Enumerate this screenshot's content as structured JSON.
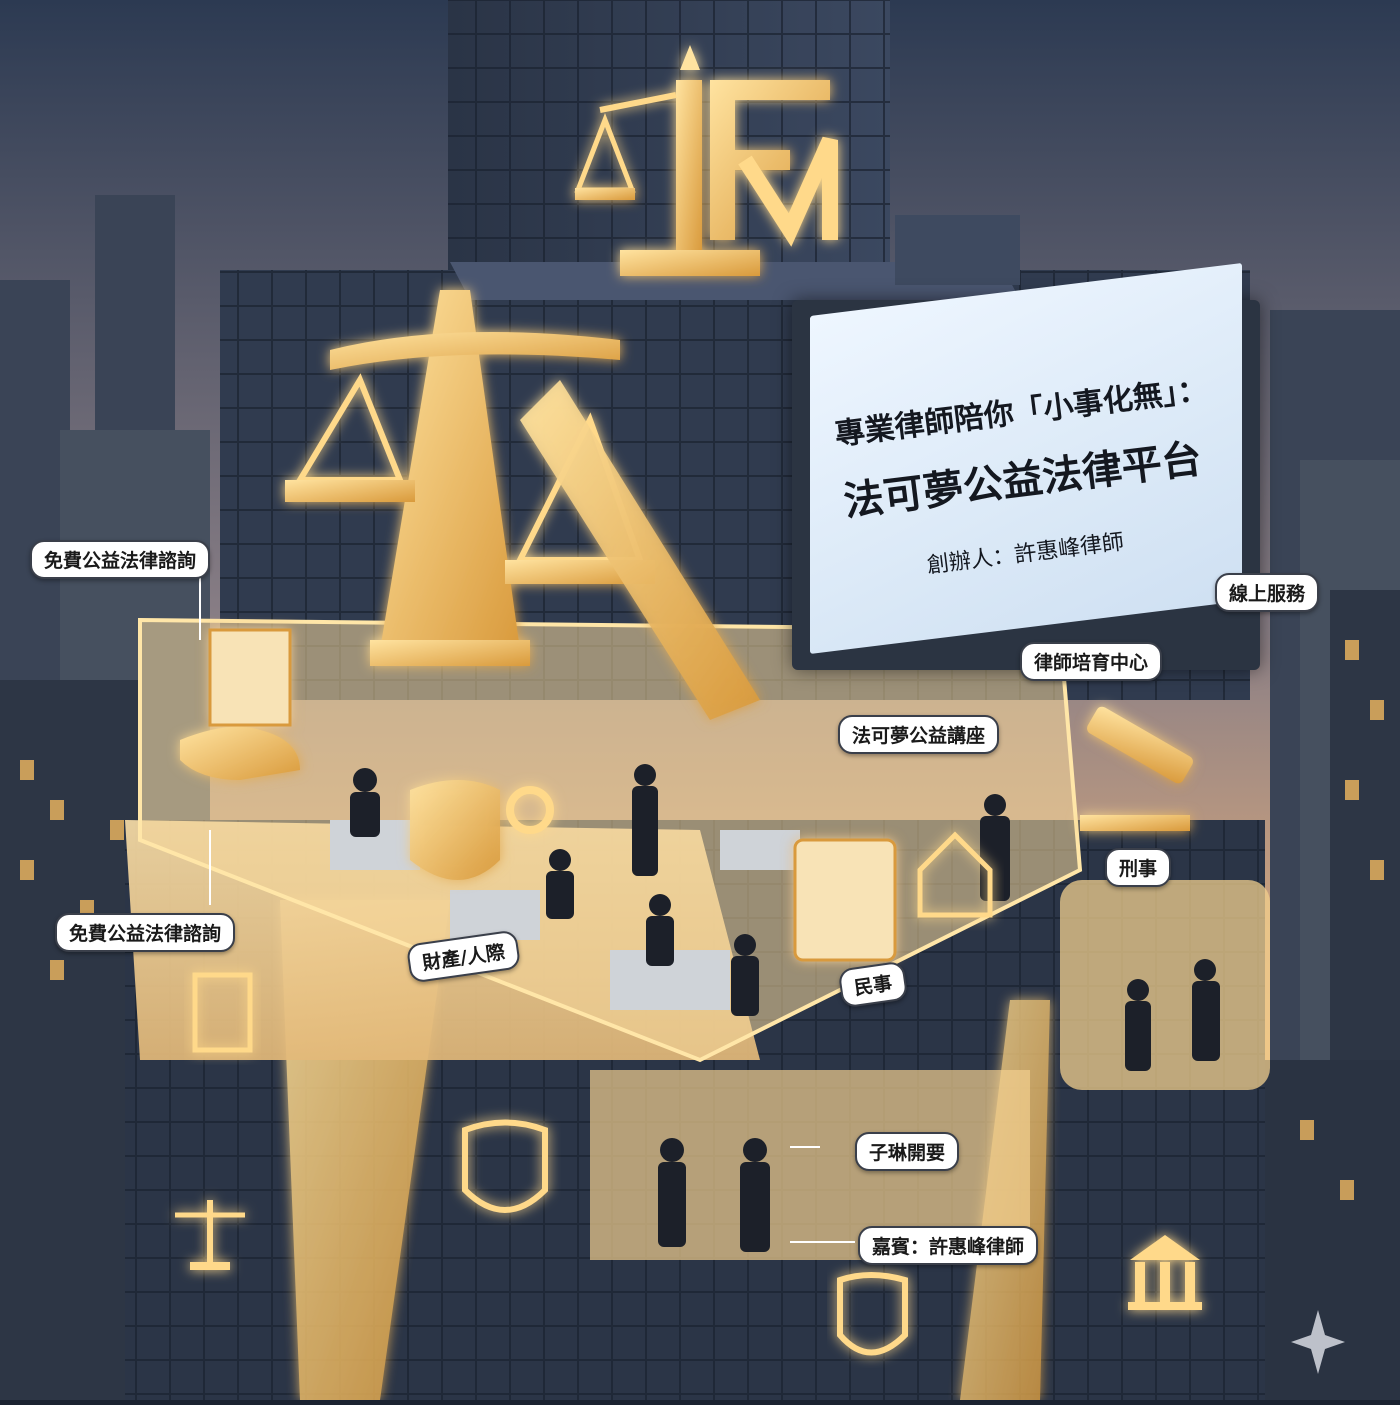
{
  "logo": {
    "text": "IFM",
    "icon": "scales-logo-icon"
  },
  "billboard": {
    "line1": "專業律師陪你「小事化無」：",
    "line2": "法可夢公益法律平台",
    "line3": "創辦人：許惠峰律師"
  },
  "labels": {
    "free_consult_top": "免費公益法律諮詢",
    "online_service": "線上服務",
    "lawyer_training": "律師培育中心",
    "lecture": "法可夢公益講座",
    "criminal": "刑事",
    "free_consult_bottom": "免費公益法律諮詢",
    "property": "財產/人際",
    "civil": "民事",
    "ziyu": "子琳開要",
    "guest": "嘉賓：許惠峰律師"
  },
  "colors": {
    "sky_top": "#2c3a52",
    "sky_bottom": "#e8b07a",
    "gold": "#f2c36b",
    "gold_glow": "#ffd98a",
    "glass": "#2d3a4d",
    "window": "#f0b860"
  }
}
